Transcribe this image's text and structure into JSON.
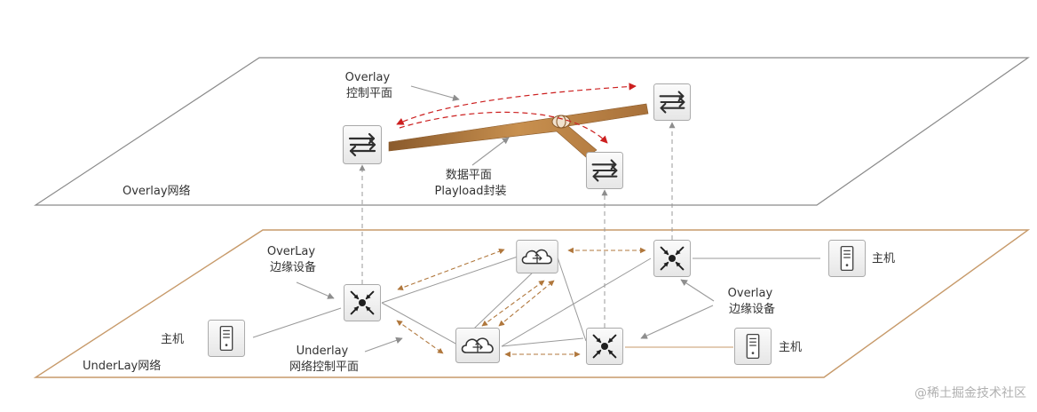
{
  "planes": {
    "overlay_label": "Overlay网络",
    "underlay_label": "UnderLay网络"
  },
  "annotations": {
    "overlay_control_plane": [
      "Overlay",
      "控制平面"
    ],
    "data_plane": [
      "数据平面",
      "Playload封装"
    ],
    "overlay_edge_left": [
      "OverLay",
      "边缘设备"
    ],
    "overlay_edge_right": [
      "Overlay",
      "边缘设备"
    ],
    "underlay_control_plane": [
      "Underlay",
      "网络控制平面"
    ]
  },
  "hosts": {
    "left": "主机",
    "right_top": "主机",
    "right_bottom": "主机"
  },
  "icons": {
    "overlay_switch": "bidirectional-arrows-icon",
    "edge_device": "converging-arrows-icon",
    "router": "cloud-router-icon",
    "host": "server-tower-icon"
  },
  "colors": {
    "overlay_plane_border": "#8a8a8a",
    "underlay_plane_border": "#c79a6a",
    "tunnel": "#b0773c",
    "control_red": "#cc1f1f",
    "control_orange": "#b0773c",
    "link_gray": "#9a9a9a"
  },
  "watermark": "@稀土掘金技术社区"
}
